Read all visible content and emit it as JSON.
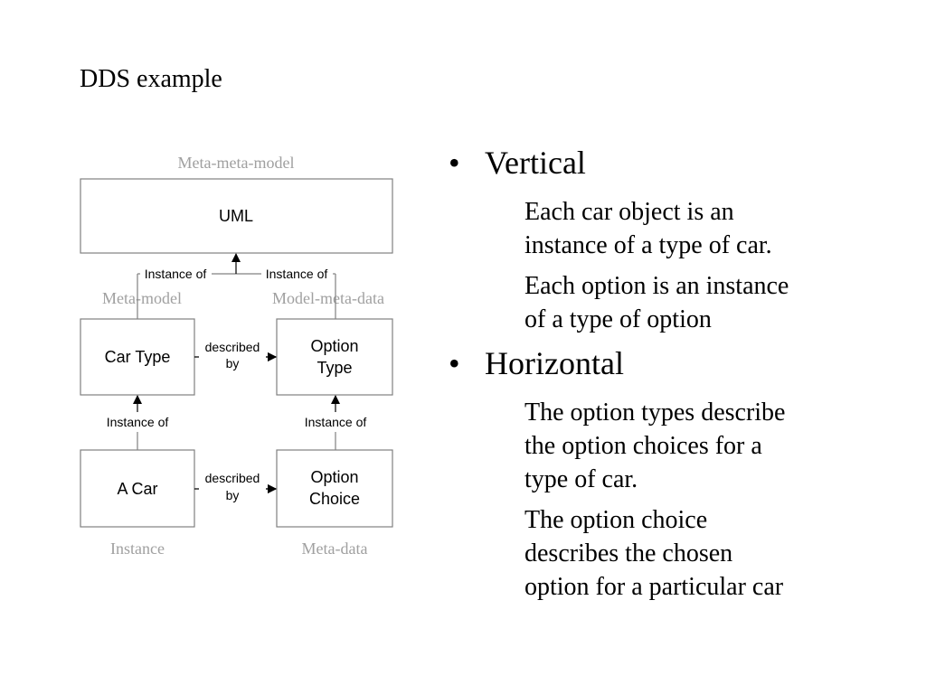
{
  "title": "DDS example",
  "diagram": {
    "layers": {
      "meta_meta_model": "Meta-meta-model",
      "meta_model": "Meta-model",
      "model_meta_data": "Model-meta-data",
      "instance": "Instance",
      "meta_data": "Meta-data"
    },
    "boxes": {
      "uml": [
        "UML"
      ],
      "car_type": [
        "Car Type"
      ],
      "option_type": [
        "Option",
        "Type"
      ],
      "a_car": [
        "A Car"
      ],
      "option_choice": [
        "Option",
        "Choice"
      ]
    },
    "edge_labels": {
      "instance_of": "Instance of",
      "described_by": [
        "described",
        "by"
      ]
    }
  },
  "bullets": [
    {
      "heading": "Vertical",
      "paragraphs": [
        [
          "Each car object is an",
          "instance of a type of car."
        ],
        [
          "Each option is an instance",
          "of a type of option"
        ]
      ]
    },
    {
      "heading": "Horizontal",
      "paragraphs": [
        [
          "The option types describe",
          "the option choices for a",
          "type of car."
        ],
        [
          "The option choice",
          "describes the chosen",
          "option for a particular car"
        ]
      ]
    }
  ]
}
